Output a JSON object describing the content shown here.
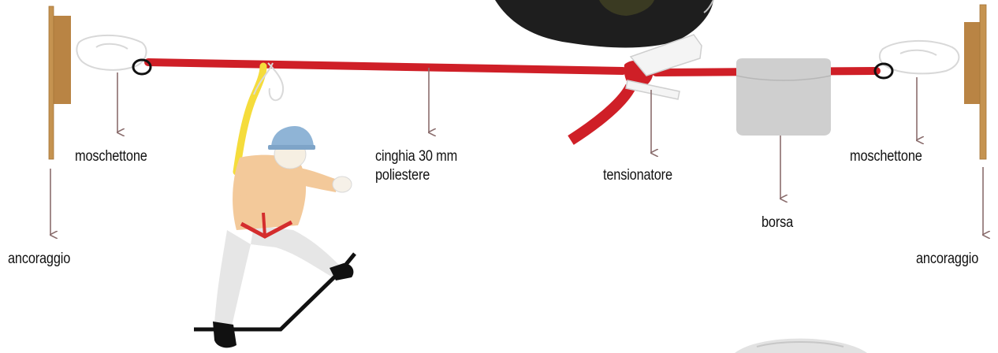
{
  "labels": {
    "anchor_left": "ancoraggio",
    "carabiner_left": "moschettone",
    "strap_line1": "cinghia 30 mm",
    "strap_line2": "poliestere",
    "tensioner": "tensionatore",
    "bag": "borsa",
    "carabiner_right": "moschettone",
    "anchor_right": "ancoraggio"
  },
  "colors": {
    "strap": "#cf1f27",
    "anchor_wood": "#c9954f",
    "arrow": "#8a6d6d",
    "bag": "#cfcfcf",
    "helmet": "#8fb4d6",
    "worker_shirt": "#f3c99a",
    "lanyard": "#f5dc3c",
    "harness": "#d42d2d",
    "dark_case": "#1e1e1e"
  },
  "icons": {
    "worker": "worker-figure-icon",
    "bag": "bag-icon",
    "tensioner": "tensioner-buckle-icon",
    "carabiner": "carabiner-icon",
    "anchor": "wooden-anchor-post-icon"
  }
}
